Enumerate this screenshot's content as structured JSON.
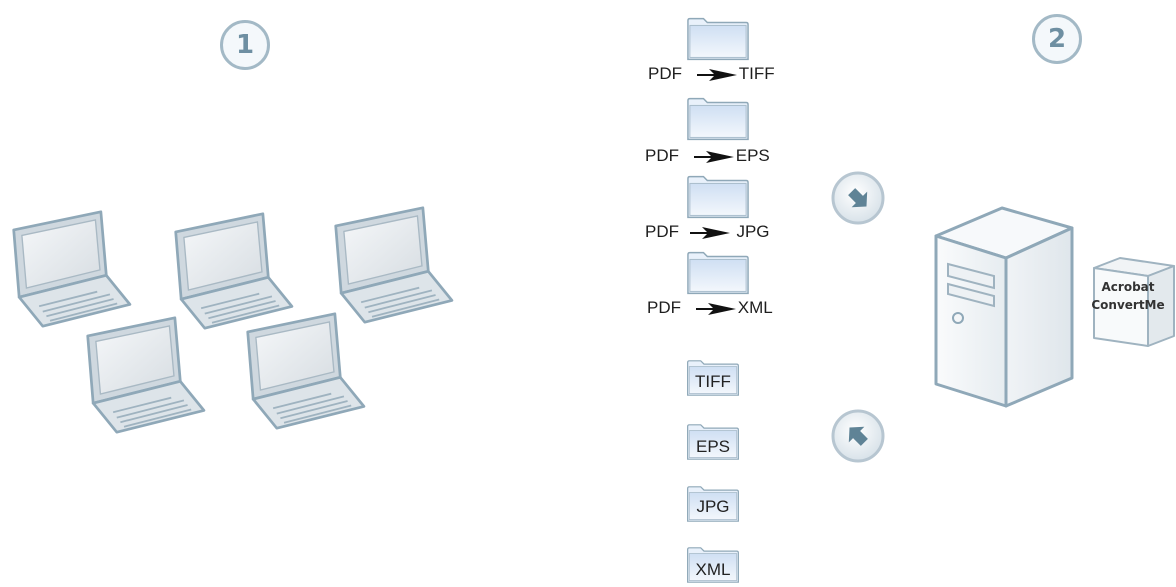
{
  "steps": {
    "step1": "1",
    "step2": "2"
  },
  "conversions": [
    {
      "from": "PDF",
      "to": "TIFF"
    },
    {
      "from": "PDF",
      "to": "EPS"
    },
    {
      "from": "PDF",
      "to": "JPG"
    },
    {
      "from": "PDF",
      "to": "XML"
    }
  ],
  "output_folders": [
    "TIFF",
    "EPS",
    "JPG",
    "XML"
  ],
  "software_box": {
    "line1": "Acrobat",
    "line2": "ConvertMe"
  },
  "icons": {
    "laptop": "laptop-icon",
    "folder": "folder-icon",
    "server": "server-tower-icon",
    "box": "software-box-icon",
    "arrow_in": "arrow-in-icon",
    "arrow_out": "arrow-out-icon"
  },
  "colors": {
    "outline": "#8fa8b8",
    "step_circle": "#a3b9c6",
    "folder_fill": "#dfeaf8"
  }
}
